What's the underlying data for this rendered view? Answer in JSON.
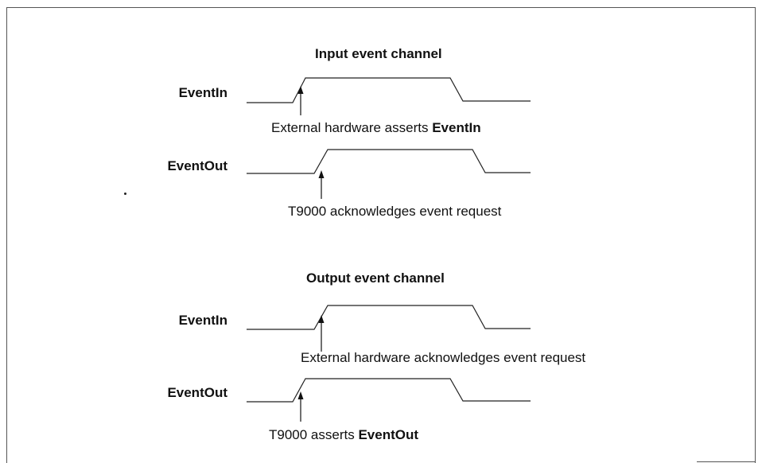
{
  "input_section": {
    "title": "Input event channel",
    "eventin": {
      "label": "EventIn",
      "annotation": "External hardware asserts ",
      "annotation_bold": "EventIn"
    },
    "eventout": {
      "label": "EventOut",
      "annotation": "T9000 acknowledges event request"
    }
  },
  "output_section": {
    "title": "Output event channel",
    "eventin": {
      "label": "EventIn",
      "annotation": "External hardware acknowledges event request"
    },
    "eventout": {
      "label": "EventOut",
      "annotation": "T9000 asserts ",
      "annotation_bold": "EventOut"
    }
  }
}
